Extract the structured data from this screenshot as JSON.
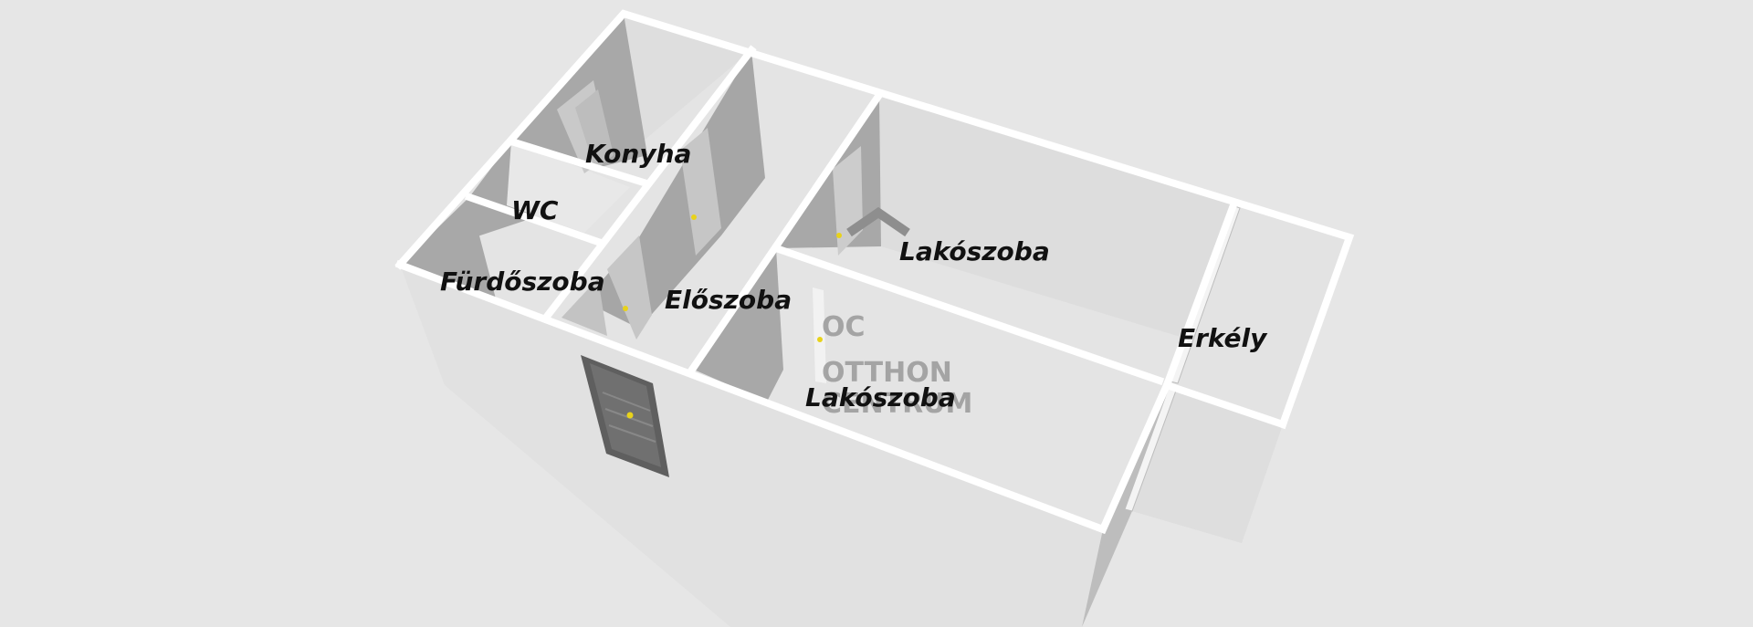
{
  "rooms": {
    "kitchen": "Konyha",
    "wc": "WC",
    "bathroom": "Fürdőszoba",
    "hall": "Előszoba",
    "living_back": "Lakószoba",
    "living_front": "Lakószoba",
    "balcony": "Erkély"
  },
  "watermark": {
    "monogram": "OC",
    "line1": "OTTHON",
    "line2": "CENTRUM"
  },
  "colors": {
    "background": "#e6e6e6",
    "floor": "#e3e3e3",
    "wall_top": "#ffffff",
    "wall_dark": "#a9a9a9",
    "wall_light": "#dcdcdc",
    "exterior_wall": "#e0e0e0",
    "entrance_door": "#6b6b6b",
    "door_handle": "#e8d21a"
  }
}
